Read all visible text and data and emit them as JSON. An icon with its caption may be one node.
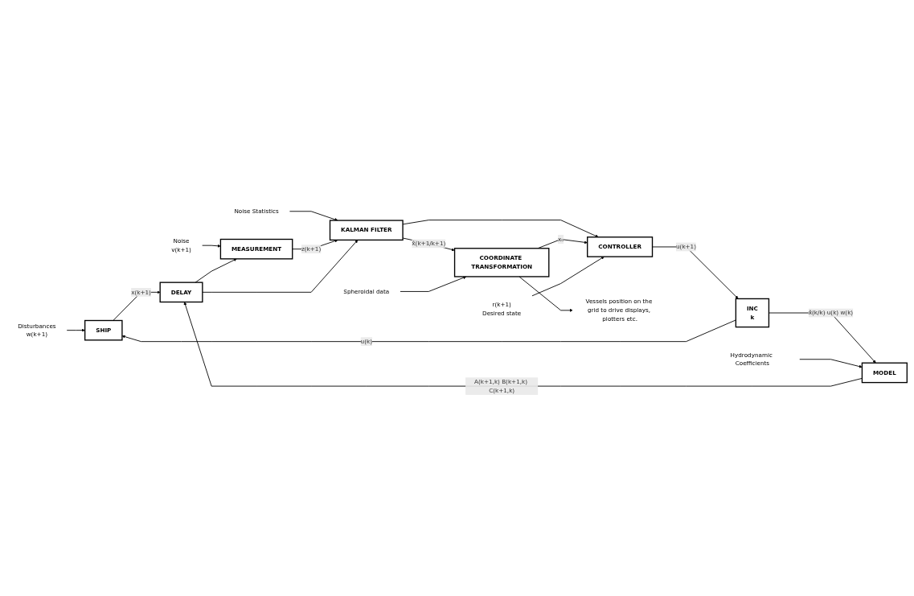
{
  "diagram": {
    "nodes": [
      {
        "text": [
          "Disturbances",
          "w(k+1)"
        ]
      },
      {
        "text": [
          "Noise",
          "v(k+1)"
        ]
      },
      {
        "text": [
          "Noise Statistics"
        ]
      },
      {
        "text": [
          "SHIP"
        ]
      },
      {
        "text": [
          "MODEL"
        ]
      },
      {
        "text": [
          "DELAY"
        ]
      },
      {
        "text": [
          "MEASUREMENT"
        ]
      },
      {
        "text": [
          "KALMAN FILTER"
        ]
      },
      {
        "text": [
          "INC",
          "k"
        ]
      },
      {
        "text": [
          "Hydrodynamic Coefficients"
        ]
      },
      {
        "text": [
          "CONTROLLER"
        ]
      },
      {
        "text": [
          "COORDINATE TRANSFORMATION"
        ]
      },
      {
        "text": [
          "r(k+1)",
          "Desired state"
        ]
      },
      {
        "text": [
          "Vessels position on the grid to drive displays, plotters etc."
        ]
      },
      {
        "text": [
          "Spheroidal data"
        ]
      }
    ],
    "edges": [
      {
        "from": 0,
        "to": 3,
        "arrow": "to"
      },
      {
        "from": 1,
        "to": 6,
        "arrow": "to"
      },
      {
        "from": 2,
        "to": 7,
        "arrow": "to"
      },
      {
        "from": 8,
        "to": 3,
        "label": "u(k)",
        "arrow": "to"
      },
      {
        "from": 8,
        "to": 4,
        "label": "x̂(k/k) u(k) w(k)",
        "arrow": "to"
      },
      {
        "from": 3,
        "to": 5,
        "label": "x(k+1)",
        "arrow": "to"
      },
      {
        "from": 4,
        "to": 5,
        "label": "A(k+1,k) B(k+1,k) C(k+1,k)",
        "arrow": "to"
      },
      {
        "from": 9,
        "to": 4,
        "arrow": "to"
      },
      {
        "from": 5,
        "to": 6,
        "arrow": "to"
      },
      {
        "from": 6,
        "to": 7,
        "label": "z(k+1)",
        "arrow": "to"
      },
      {
        "from": 5,
        "to": 7,
        "arrow": "to"
      },
      {
        "from": 7,
        "to": 11,
        "label": "x̂(k+1/k+1)",
        "arrow": "to"
      },
      {
        "from": 7,
        "to": 10,
        "arrow": "to"
      },
      {
        "from": 11,
        "to": 10,
        "label": "x₀",
        "arrow": "to"
      },
      {
        "from": 11,
        "to": 13,
        "arrow": "to"
      },
      {
        "from": 14,
        "to": 11,
        "arrow": "to"
      },
      {
        "from": 12,
        "to": 10,
        "arrow": "to"
      },
      {
        "from": 10,
        "to": 8,
        "label": "u(k+1)",
        "arrow": "to"
      }
    ]
  }
}
